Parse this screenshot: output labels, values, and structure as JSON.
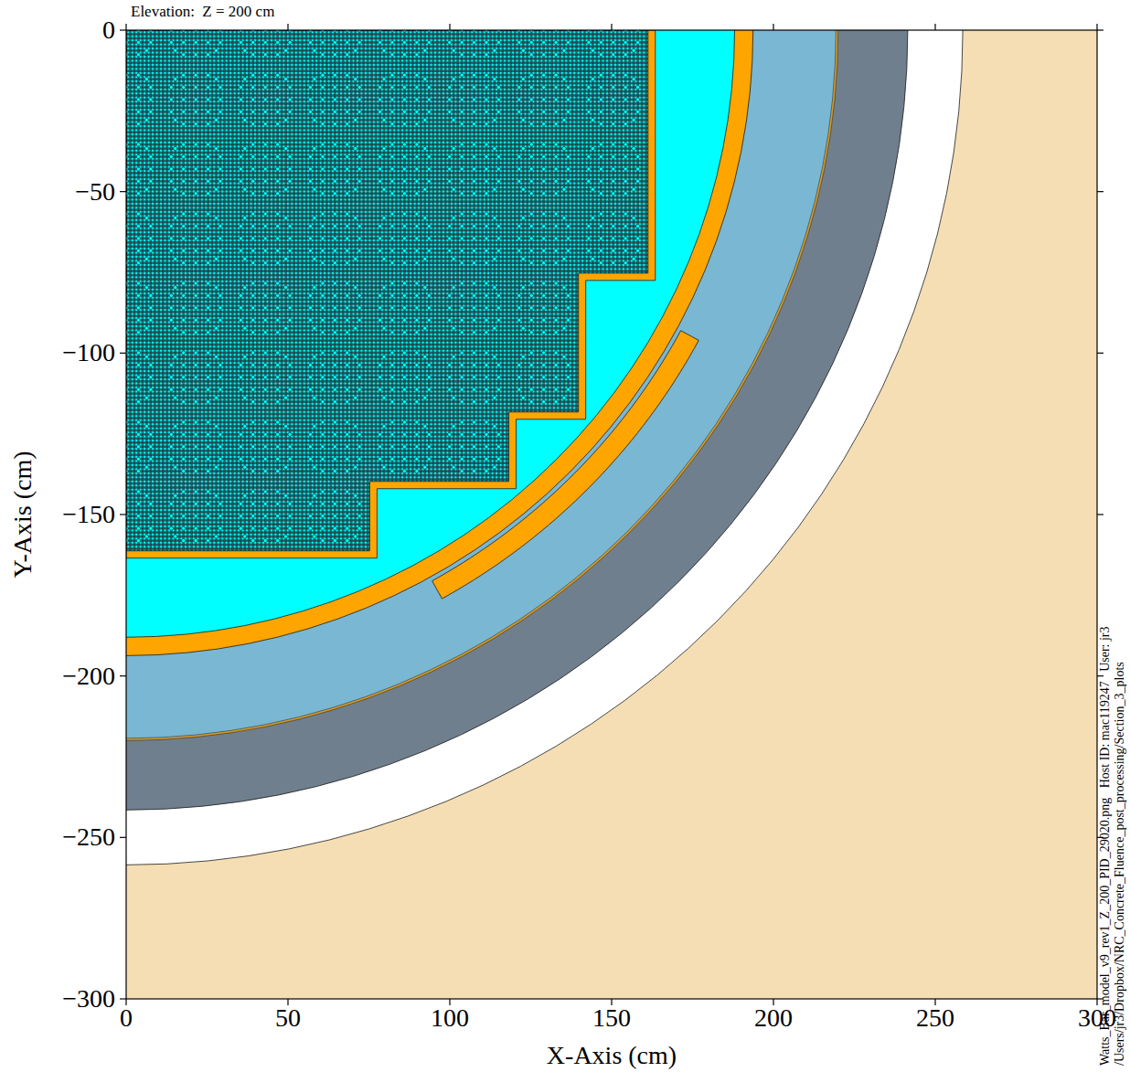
{
  "diagram": {
    "title": "Elevation:  Z = 200 cm",
    "labels": [
      "0",
      "−50",
      "−100",
      "−150",
      "−200",
      "−250",
      "−300",
      "0",
      "50",
      "100",
      "150",
      "200",
      "250",
      "300",
      "X-Axis (cm)",
      "Y-Axis (cm)",
      "Watts_Bar_model_v9_rev1_Z_200_PID_29020.png   Host ID: mac119247   User: jr3",
      "/Users/jr3/Dropbox/NRC_Concrete_Fluence_post_processing/Section_3_plots"
    ]
  }
}
